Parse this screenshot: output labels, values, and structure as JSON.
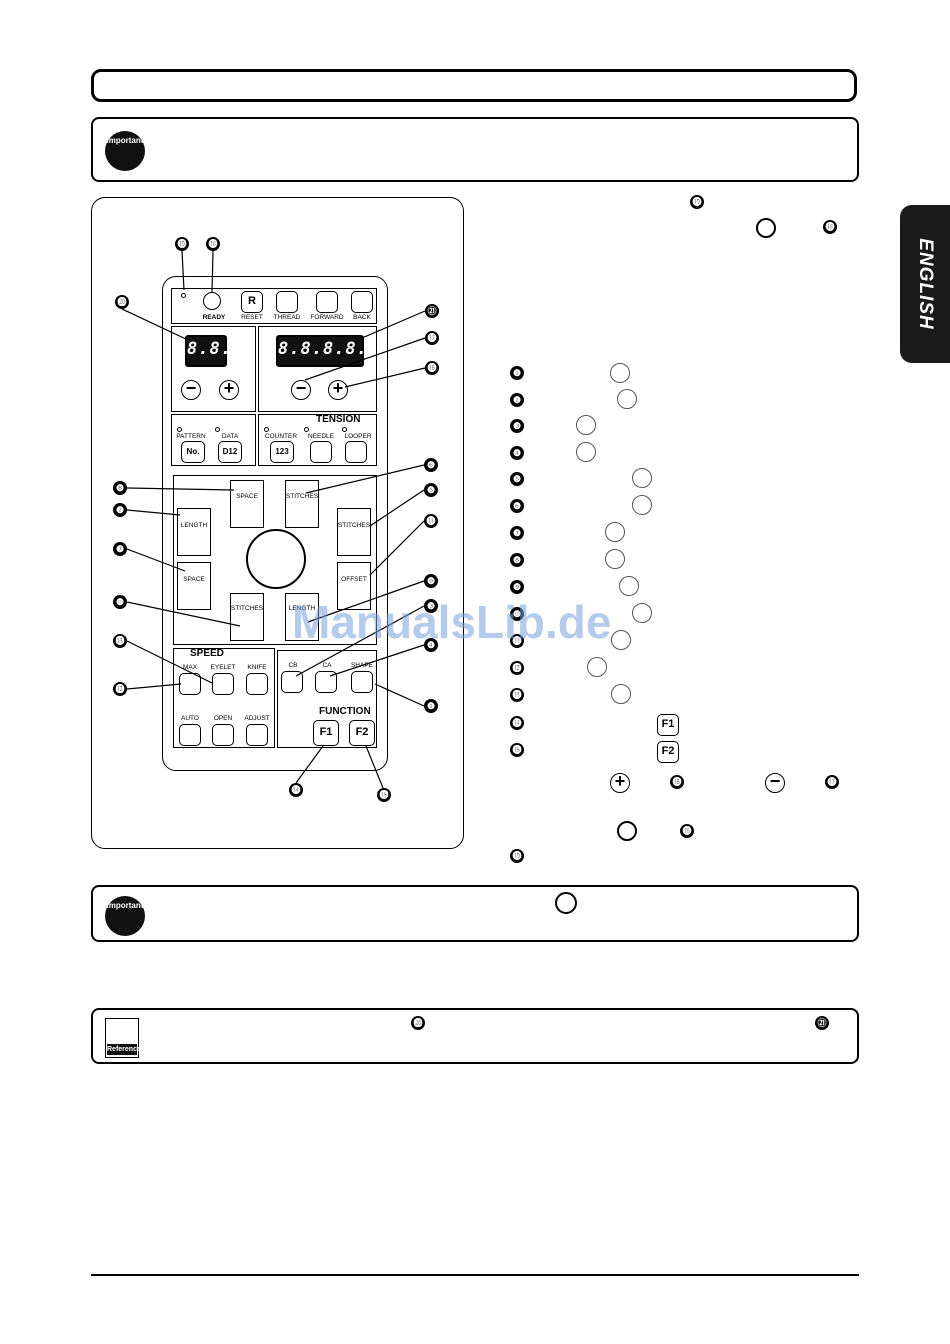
{
  "side_tab": "ENGLISH",
  "callouts": [
    "❶",
    "❷",
    "❸",
    "❹",
    "❺",
    "❻",
    "❼",
    "❽",
    "❾",
    "❿",
    "⓫",
    "⓬",
    "⓭",
    "⓮",
    "⓯",
    "⓰",
    "⓱",
    "⓲",
    "⓳",
    "⓴",
    "㉑"
  ],
  "panel": {
    "top_keys": {
      "ready": "READY",
      "reset": "RESET",
      "reset_glyph": "R",
      "thread": "THREAD",
      "forward": "FORWARD",
      "back": "BACK"
    },
    "display_left": "8.8.",
    "display_right": "8.8.8.8.",
    "minus": "−",
    "plus": "+",
    "keys": {
      "pattern": "PATTERN",
      "pattern_glyph": "No.",
      "data": "DATA",
      "data_glyph": "D12",
      "counter": "COUNTER",
      "counter_glyph": "123",
      "tension": "TENSION",
      "needle": "NEEDLE",
      "looper": "LOOPER"
    },
    "center": {
      "space_top": "SPACE",
      "stitches_top": "STITCHES",
      "length_left": "LENGTH",
      "stitches_right": "STITCHES",
      "space_left": "SPACE",
      "offset": "OFFSET",
      "stitches_bottom": "STITCHES",
      "length_bottom": "LENGTH"
    },
    "speed": {
      "title": "SPEED",
      "max": "MAX",
      "eyelet": "EYELET",
      "knife": "KNIFE",
      "auto": "AUTO",
      "open": "OPEN",
      "adjust": "ADJUST"
    },
    "function": {
      "cb": "CB",
      "ca": "CA",
      "shape": "SHAPE",
      "title": "FUNCTION",
      "f1": "F1",
      "f2": "F2"
    }
  },
  "list_icons": {
    "f1": "F1",
    "f2": "F2",
    "plus": "+",
    "minus": "−"
  },
  "watermark": "ManualsLib.de",
  "important_label": "Important",
  "reference_label": "Reference"
}
